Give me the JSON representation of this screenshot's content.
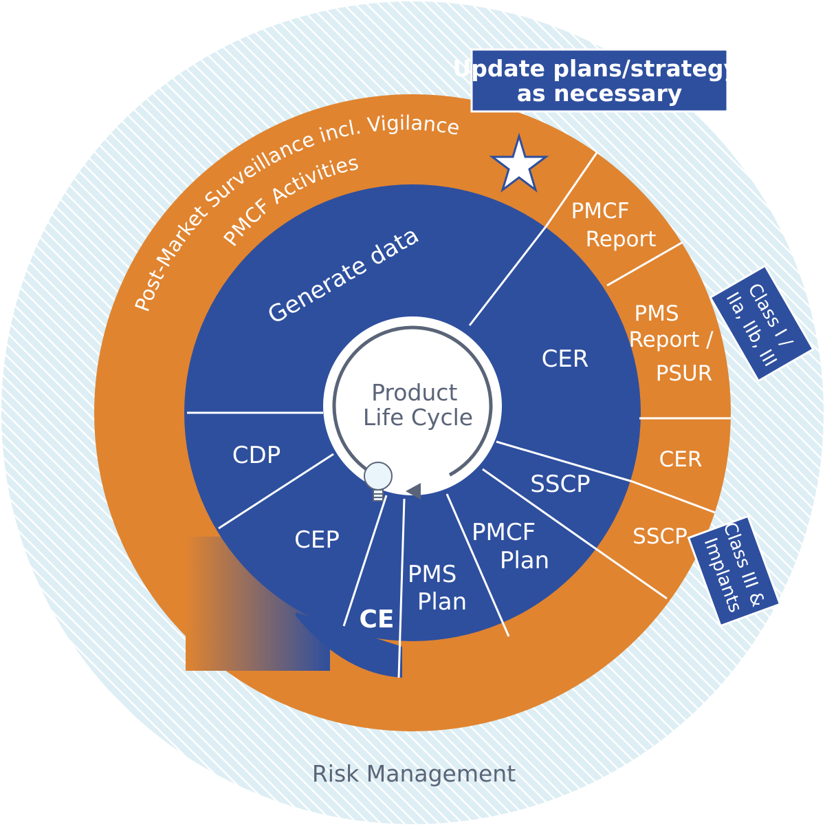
{
  "colors": {
    "orange": "#e08430",
    "blue": "#2e4f9e",
    "hatch_bg": "#ddeef4",
    "hatch_line": "#ffffff",
    "center_text": "#5a6478",
    "white": "#ffffff"
  },
  "outer_ring": {
    "label": "Risk Management"
  },
  "orange_ring": {
    "line1": "Post-Market Surveillance incl. Vigilance",
    "line2": "PMCF Activities",
    "star_icon": "star-icon",
    "segments": {
      "pmcf_report": [
        "PMCF",
        "Report"
      ],
      "pms_report": [
        "PMS",
        "Report /",
        "PSUR"
      ],
      "cer": [
        "CER"
      ],
      "sscp": [
        "SSCP"
      ]
    }
  },
  "blue_ring": {
    "generate_data": "Generate data",
    "cer": "CER",
    "sscp": "SSCP",
    "pmcf_plan": [
      "PMCF",
      "Plan"
    ],
    "pms_plan": [
      "PMS",
      "Plan"
    ],
    "ce_mark": "CE",
    "cep": "CEP",
    "cdp": "CDP"
  },
  "center": {
    "line1": "Product",
    "line2": "Life Cycle",
    "bulb_icon": "lightbulb-icon",
    "cycle_icon": "cycle-arrow-icon"
  },
  "callout": {
    "line1": "Update plans/strategy",
    "line2": "as necessary"
  },
  "badges": {
    "class_all": [
      "Class I /",
      "IIa, IIb, III"
    ],
    "class_iii": [
      "Class III &",
      "Implants"
    ]
  }
}
